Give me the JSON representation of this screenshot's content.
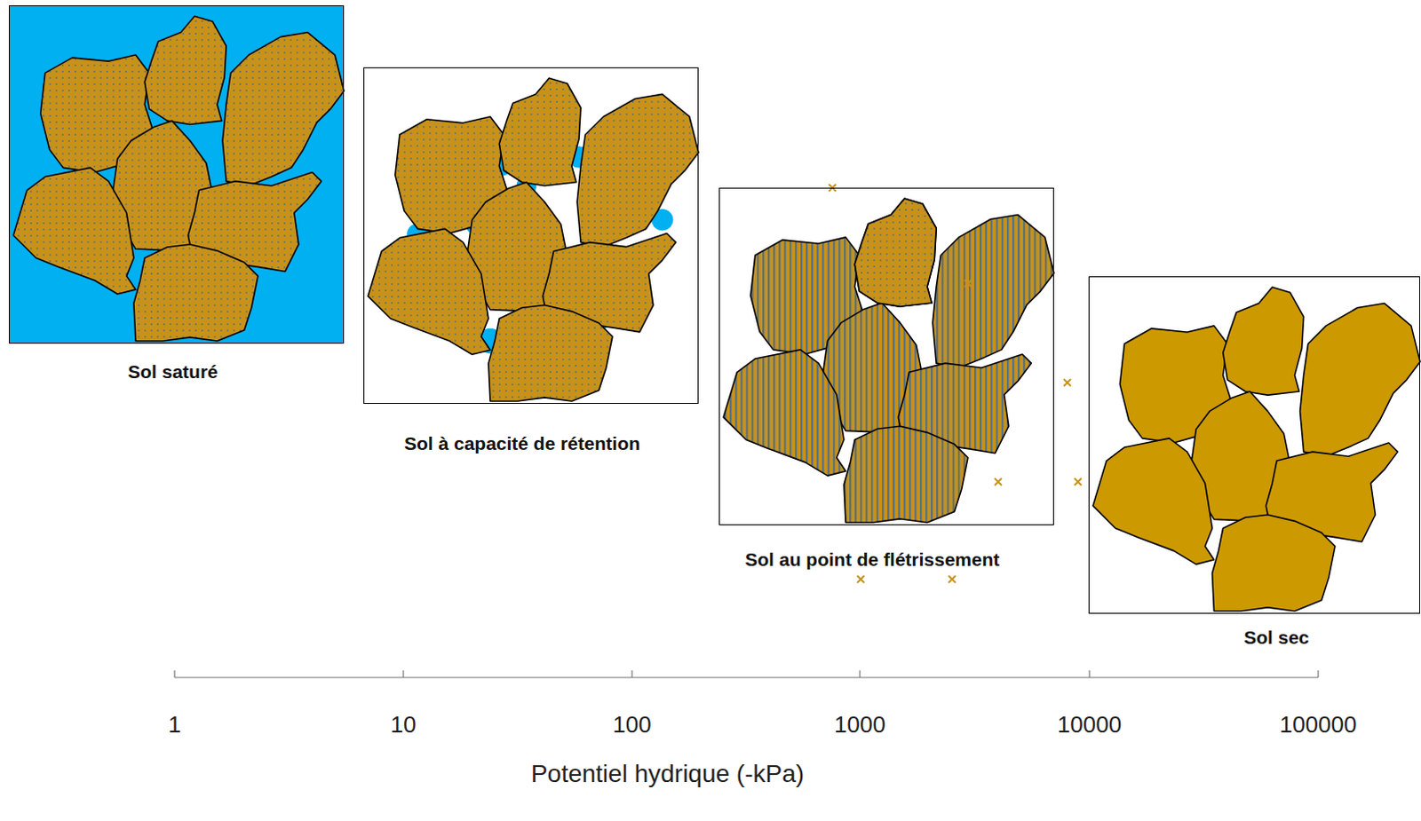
{
  "diagram": {
    "nodes": [
      {
        "text": [
          "Sol saturé"
        ]
      },
      {
        "text": [
          "Sol à capacité de rétention"
        ]
      },
      {
        "text": [
          "Sol au point de flétrissement"
        ]
      },
      {
        "text": [
          "Sol sec"
        ]
      }
    ],
    "labels": [
      "1",
      "10",
      "100",
      "1000",
      "10000",
      "100000",
      "Potentiel hydrique (-kPa)"
    ]
  }
}
